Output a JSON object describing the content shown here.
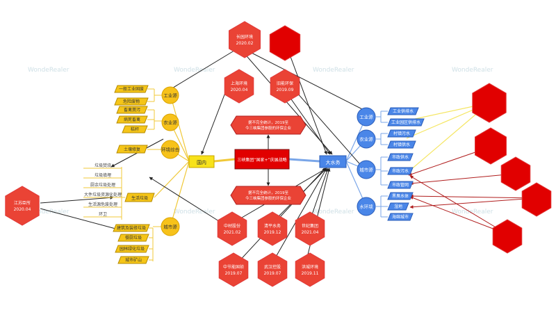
{
  "watermark": "WondeRealer",
  "colors": {
    "hex_red": "#ea4335",
    "hex_dark_red": "#e10000",
    "hex_border": "#e03a3a",
    "yellow_circle": "#f7c21a",
    "yellow_box": "#f5c518",
    "blue": "#4a86e8",
    "line_yellow": "#f0c838",
    "line_blue": "#7aa6e8",
    "arrow_dark": "#222222",
    "arrow_red": "#b01c1c"
  },
  "center": {
    "text": "三峡集团“国家+”庆展战略",
    "domestic": "国内",
    "water_env": "大水务"
  },
  "statements": {
    "top": "据不完全统计，2019至今三峡集团参股的环保企业",
    "bottom": "据不完全统计，2019至今三峡集团参股的环保企业"
  },
  "hexagons": {
    "top_1": {
      "line1": "长园环境",
      "line2": "2020.02"
    },
    "top_2": {
      "line1": "",
      "line2": ""
    },
    "left_mid_1": {
      "line1": "上海环境",
      "line2": "2020.04"
    },
    "left_mid_2": {
      "line1": "旧能环保",
      "line2": "2019.09"
    },
    "b1": {
      "line1": "中材股份",
      "line2": "2021.02"
    },
    "b2": {
      "line1": "清平水务",
      "line2": "2019.12"
    },
    "b3": {
      "line1": "世纪集团",
      "line2": "2021.04"
    },
    "b4": {
      "line1": "中节能国祯",
      "line2": "2019.07"
    },
    "b5": {
      "line1": "武汉控股",
      "line2": "2019.07"
    },
    "b6": {
      "line1": "洪城环境",
      "line2": "2019.11"
    },
    "far_left": {
      "line1": "江苏臣所",
      "line2": "2020.04"
    }
  },
  "left_tree": {
    "industrial": "工业源",
    "agricultural": "农业源",
    "integrated": "环境综合",
    "domestic_waste": "生活垃圾",
    "urban": "城市源",
    "industrial_items": [
      "一般工业固废",
      "危险废物"
    ],
    "agricultural_items": [
      "畜禽粪污",
      "病死畜禽",
      "秸秆"
    ],
    "integrated_items": [
      "土壤修复"
    ],
    "waste_items": [
      "垃圾焚烧",
      "垃圾填埋",
      "厨余垃圾处理",
      "大件垃圾资源化处理",
      "生活源危废处理",
      "环卫"
    ],
    "urban_items": [
      "建筑及装修垃圾",
      "餐厨垃圾",
      "园林绿化垃圾",
      "城市矿山"
    ]
  },
  "right_tree": {
    "industrial": "工业源",
    "agricultural": "农业源",
    "urban": "城市源",
    "water_env": "水环境",
    "industrial_items": [
      "工业供排水",
      "工业园区供排水"
    ],
    "agricultural_items": [
      "村镇污水",
      "村镇供水"
    ],
    "urban_items": [
      "市政供水",
      "市政污水",
      "市政管网"
    ],
    "water_items": [
      "黑臭水体",
      "湿地",
      "海绵城市"
    ]
  }
}
